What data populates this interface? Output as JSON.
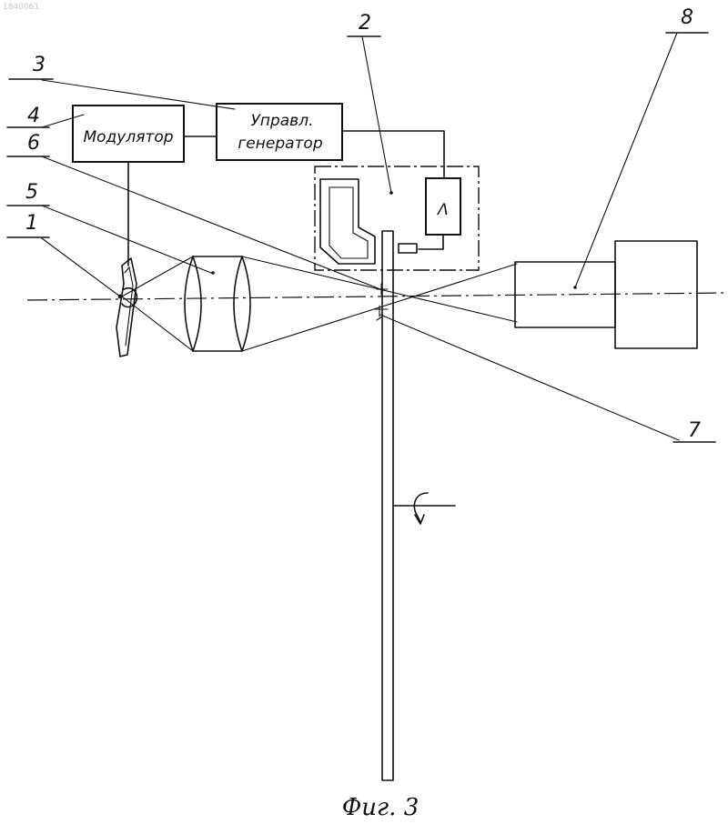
{
  "watermark": "1840061",
  "labels": {
    "l1": "1",
    "l2": "2",
    "l3": "3",
    "l4": "4",
    "l5": "5",
    "l6": "6",
    "l7": "7",
    "l8": "8"
  },
  "boxes": {
    "modulator": "Модулятор",
    "generator_line1": "Управл.",
    "generator_line2": "генератор",
    "amplifier_symbol": "Λ"
  },
  "caption": "Фиг. 3"
}
